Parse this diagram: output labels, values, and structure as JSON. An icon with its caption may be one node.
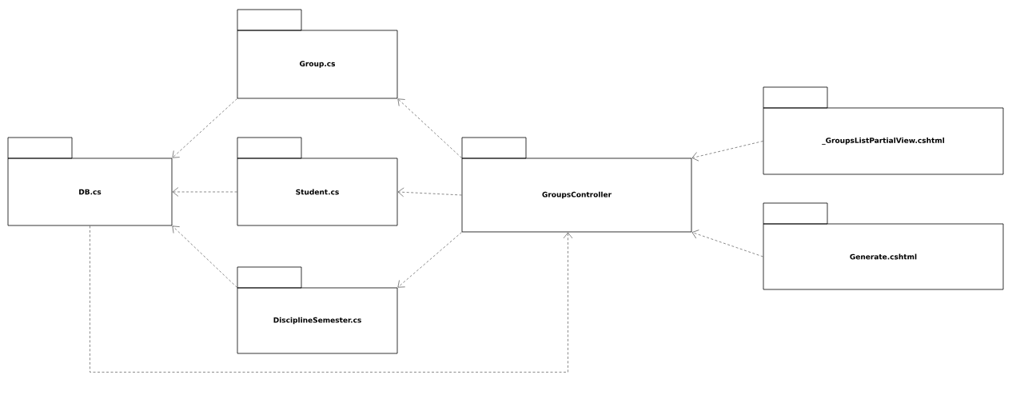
{
  "diagram": {
    "nodes": [
      {
        "text": [
          "Group.cs"
        ]
      },
      {
        "text": [
          "DB.cs"
        ]
      },
      {
        "text": [
          "Student.cs"
        ]
      },
      {
        "text": [
          "GroupsController"
        ]
      },
      {
        "text": [
          "_GroupsListPartialView.cshtml"
        ]
      },
      {
        "text": [
          "Generate.cshtml"
        ]
      },
      {
        "text": [
          "DisciplineSemester.cs"
        ]
      }
    ],
    "edges": [
      {
        "from": 0,
        "to": 1,
        "arrow": "to",
        "style": "dashed"
      },
      {
        "from": 2,
        "to": 1,
        "arrow": "to",
        "style": "dashed"
      },
      {
        "from": 6,
        "to": 1,
        "arrow": "to",
        "style": "dashed"
      },
      {
        "from": 3,
        "to": 0,
        "arrow": "to",
        "style": "dashed"
      },
      {
        "from": 3,
        "to": 2,
        "arrow": "to",
        "style": "dashed"
      },
      {
        "from": 3,
        "to": 6,
        "arrow": "to",
        "style": "dashed"
      },
      {
        "from": 4,
        "to": 3,
        "arrow": "to",
        "style": "dashed"
      },
      {
        "from": 5,
        "to": 3,
        "arrow": "to",
        "style": "dashed"
      },
      {
        "from": 1,
        "to": 3,
        "arrow": "to",
        "style": "dashed"
      }
    ]
  }
}
